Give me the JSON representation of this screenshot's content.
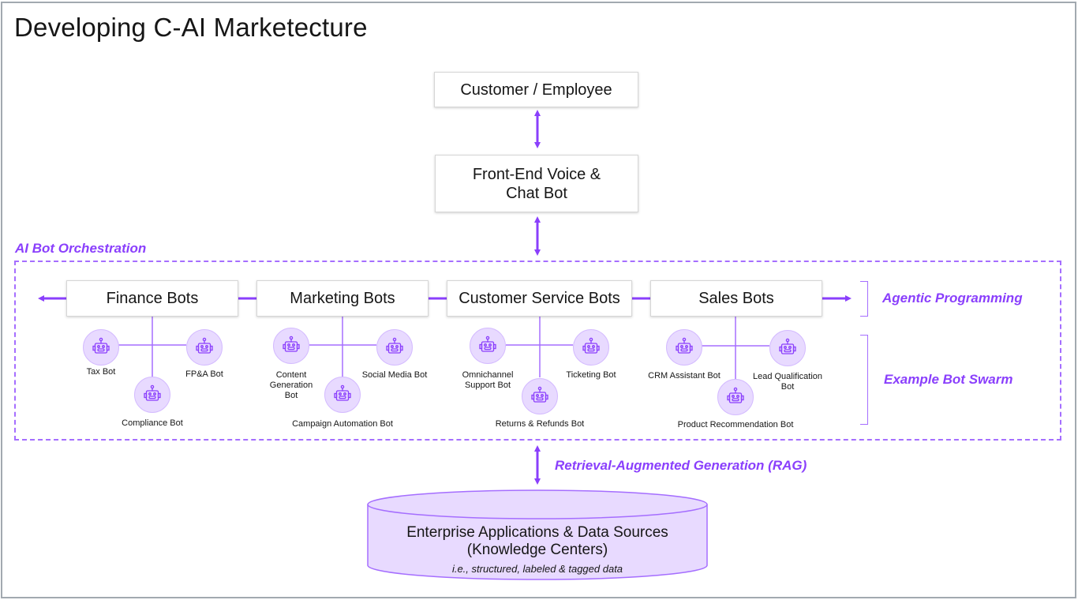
{
  "title": "Developing C-AI Marketecture",
  "top_nodes": {
    "user": "Customer / Employee",
    "frontend_line1": "Front-End Voice &",
    "frontend_line2": "Chat Bot"
  },
  "orchestration": {
    "label": "AI Bot Orchestration",
    "agentic_label": "Agentic Programming",
    "swarm_label": "Example Bot Swarm",
    "groups": [
      {
        "name": "Finance Bots",
        "bots": {
          "left": [
            "Tax Bot"
          ],
          "right": [
            "FP&A Bot"
          ],
          "bottom": [
            "Compliance Bot"
          ]
        }
      },
      {
        "name": "Marketing Bots",
        "bots": {
          "left": [
            "Content",
            "Generation",
            "Bot"
          ],
          "right": [
            "Social Media Bot"
          ],
          "bottom": [
            "Campaign Automation Bot"
          ]
        }
      },
      {
        "name": "Customer Service Bots",
        "bots": {
          "left": [
            "Omnichannel",
            "Support Bot"
          ],
          "right": [
            "Ticketing Bot"
          ],
          "bottom": [
            "Returns & Refunds Bot"
          ]
        }
      },
      {
        "name": "Sales Bots",
        "bots": {
          "left": [
            "CRM Assistant Bot"
          ],
          "right": [
            "Lead Qualification",
            "Bot"
          ],
          "bottom": [
            "Product Recommendation Bot"
          ]
        }
      }
    ]
  },
  "rag_label": "Retrieval-Augmented Generation (RAG)",
  "data_store": {
    "line1": "Enterprise Applications & Data Sources",
    "line2": "(Knowledge Centers)",
    "caption": "i.e., structured, labeled & tagged data"
  },
  "icons": {
    "bot": "robot-icon",
    "arrow": "double-arrow-icon"
  },
  "colors": {
    "accent": "#8a3ffc",
    "accent_light": "#e8daff",
    "dashed_border": "#a56eff",
    "frame": "#a2a9b0",
    "text": "#161616"
  }
}
